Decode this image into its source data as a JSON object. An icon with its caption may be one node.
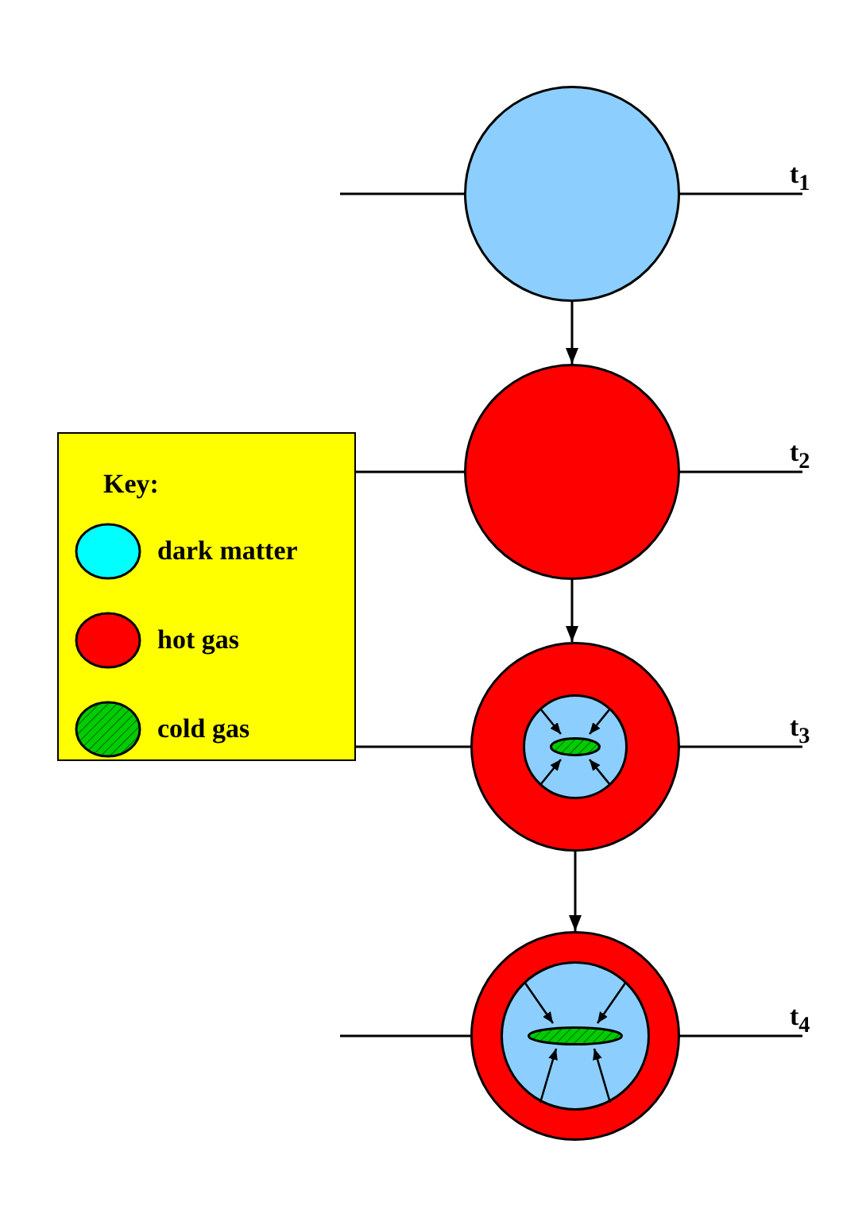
{
  "diagram": {
    "nodes": [
      {
        "text": [],
        "shape": "circle"
      },
      {
        "text": [],
        "shape": "circle"
      },
      {
        "text": [],
        "shape": "circle"
      },
      {
        "text": [],
        "shape": "circle",
        "in": 2
      },
      {
        "text": [],
        "shape": "ellipse",
        "in": 3
      },
      {
        "text": [],
        "shape": "circle"
      },
      {
        "text": [],
        "shape": "circle",
        "in": 5
      },
      {
        "text": [],
        "shape": "ellipse",
        "in": 6
      }
    ],
    "edges": [
      {
        "from": 0,
        "to": 1,
        "arrow": "to"
      },
      {
        "from": 1,
        "to": 2,
        "arrow": "to"
      },
      {
        "from": 2,
        "to": 5,
        "arrow": "to"
      },
      {
        "from": 3,
        "to": 4,
        "arrow": "to"
      },
      {
        "from": 3,
        "to": 4,
        "arrow": "to"
      },
      {
        "from": 3,
        "to": 4,
        "arrow": "to"
      },
      {
        "from": 3,
        "to": 4,
        "arrow": "to"
      },
      {
        "from": 6,
        "to": 7,
        "arrow": "to"
      },
      {
        "from": 6,
        "to": 7,
        "arrow": "to"
      },
      {
        "from": 6,
        "to": 7,
        "arrow": "to"
      },
      {
        "from": 6,
        "to": 7,
        "arrow": "to"
      }
    ],
    "labels": [
      "t$_{1}$",
      "Key:",
      "t$_{2}$",
      "t$_{3}$",
      "t$_{4}$"
    ],
    "legend": [
      {
        "text": "dark matter",
        "color": "#00ffff"
      },
      {
        "text": "hot gas",
        "color": "#ff0000"
      },
      {
        "text": "cold gas",
        "color": "#00cc00"
      }
    ]
  }
}
